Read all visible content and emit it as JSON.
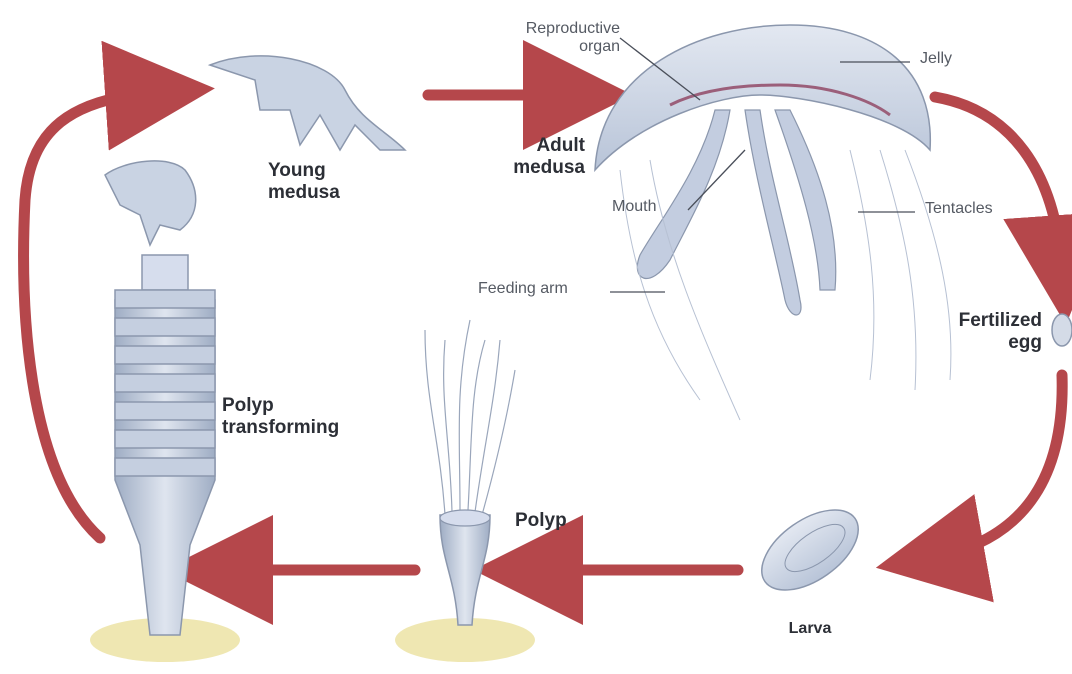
{
  "labels": {
    "reproductive_organ": "Reproductive\norgan",
    "jelly": "Jelly",
    "adult_medusa": "Adult\nmedusa",
    "mouth": "Mouth",
    "tentacles": "Tentacles",
    "feeding_arm": "Feeding arm",
    "fertilized_egg": "Fertilized\negg",
    "young_medusa": "Young\nmedusa",
    "polyp_transforming": "Polyp\ntransforming",
    "polyp": "Polyp",
    "larva": "Larva"
  },
  "colors": {
    "arrow": "#b5474b",
    "organism_fill": "#c9d3e3",
    "organism_stroke": "#8b97ad",
    "substrate": "#efe7b2",
    "leader_line": "#4a4f5a"
  }
}
